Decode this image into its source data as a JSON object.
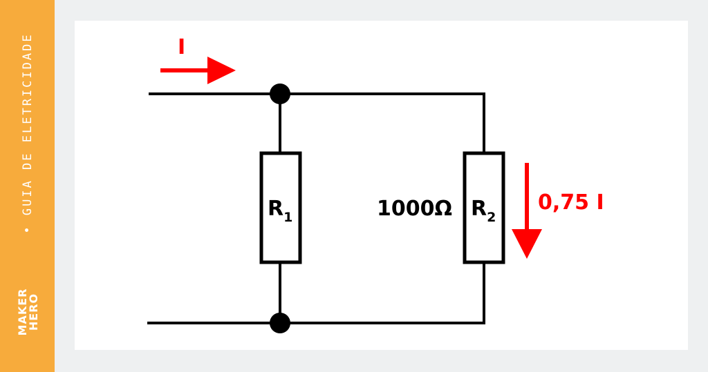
{
  "sidebar": {
    "caption": "• GUIA DE ELETRICIDADE",
    "logo_line1": "MAKER",
    "logo_line2": "HERO"
  },
  "diagram": {
    "current_label": "I",
    "r1_letter": "R",
    "r1_sub": "1",
    "r2_letter": "R",
    "r2_sub": "2",
    "r2_value": "1000Ω",
    "r2_current": "0,75 I"
  },
  "colors": {
    "accent": "#f7ab3c",
    "arrow": "#ff0000",
    "wire": "#000000",
    "background": "#eef0f1",
    "panel": "#ffffff"
  }
}
